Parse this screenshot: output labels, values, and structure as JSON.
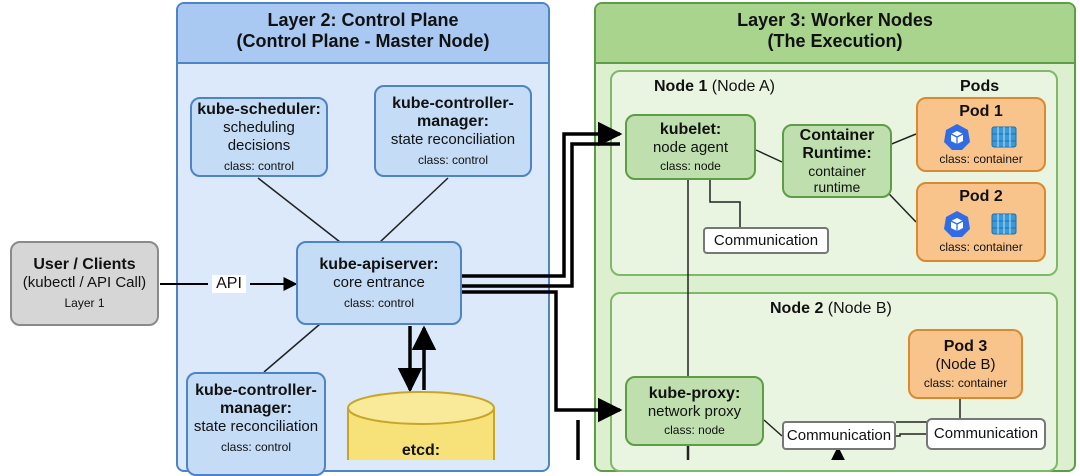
{
  "layer2": {
    "title": "Layer 2: Control Plane",
    "subtitle": "(Control Plane - Master Node)"
  },
  "layer3": {
    "title": "Layer 3: Worker Nodes",
    "subtitle": "(The Execution)"
  },
  "client": {
    "title": "User / Clients",
    "desc": "(kubectl / API Call)",
    "layer": "Layer 1"
  },
  "api_label": "API",
  "scheduler": {
    "title": "kube-scheduler:",
    "desc": "scheduling decisions",
    "class": "class: control"
  },
  "controller_top": {
    "title": "kube-controller-manager:",
    "desc": "state reconciliation",
    "class": "class: control"
  },
  "apiserver": {
    "title": "kube-apiserver:",
    "desc": "core entrance",
    "class": "class: control"
  },
  "controller_bottom": {
    "title": "kube-controller-manager:",
    "desc": "state reconciliation",
    "class": "class: control"
  },
  "etcd": {
    "title": "etcd:"
  },
  "node1": {
    "name": "Node 1",
    "sub": "(Node A)",
    "pods_label": "Pods"
  },
  "node2": {
    "name": "Node 2",
    "sub": "(Node B)"
  },
  "kubelet": {
    "title": "kubelet:",
    "desc": "node agent",
    "class": "class: node"
  },
  "runtime": {
    "title": "Container Runtime:",
    "desc": "container runtime"
  },
  "pod1": {
    "title": "Pod 1",
    "class": "class: container"
  },
  "pod2": {
    "title": "Pod 2",
    "class": "class: container"
  },
  "pod3": {
    "title": "Pod 3",
    "sub": "(Node B)",
    "class": "class: container"
  },
  "kubeproxy": {
    "title": "kube-proxy:",
    "desc": "network proxy",
    "class": "class: node"
  },
  "comm1": "Communication",
  "comm2": "Communication",
  "comm3": "Communication",
  "colors": {
    "control_fill": "#dbe9fb",
    "control_border": "#4e83c6",
    "worker_fill": "#dcefcf",
    "worker_border": "#5c9d45",
    "pod_fill": "#f9c48c"
  },
  "icons": [
    "kubernetes-pod-icon",
    "container-stack-icon"
  ]
}
